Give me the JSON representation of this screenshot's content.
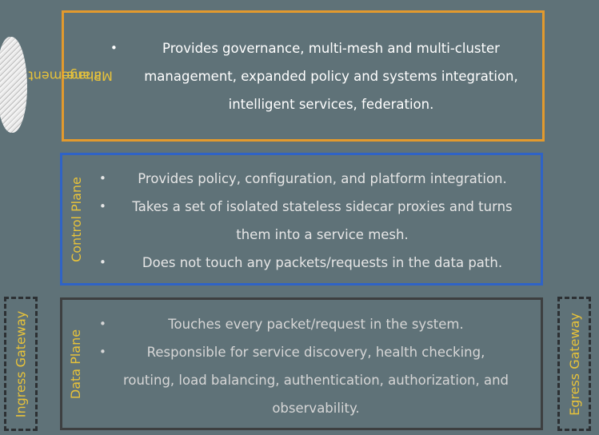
{
  "planes": {
    "management": {
      "label": "Management Plane",
      "label_line1": "Management",
      "label_line2": "Plane",
      "border_color": "#e39a2d",
      "bullets": [
        {
          "lines": [
            "Provides governance, multi-mesh and multi-cluster",
            "management, expanded policy and systems integration,",
            "intelligent services, federation."
          ]
        }
      ]
    },
    "control": {
      "label": "Control Plane",
      "border_color": "#2f63c6",
      "bullets": [
        {
          "lines": [
            "Provides policy, configuration, and platform integration."
          ]
        },
        {
          "lines": [
            "Takes a set of isolated stateless sidecar proxies and turns",
            "them into a service mesh."
          ]
        },
        {
          "lines": [
            "Does not touch any packets/requests in the data path."
          ]
        }
      ]
    },
    "data": {
      "label": "Data Plane",
      "border_color": "#3d3f40",
      "bullets": [
        {
          "lines": [
            "Touches every packet/request in the system."
          ]
        },
        {
          "lines": [
            "Responsible for service discovery, health checking,",
            "routing, load balancing, authentication, authorization, and",
            "observability."
          ]
        }
      ]
    }
  },
  "gateways": {
    "ingress": {
      "label": "Ingress Gateway"
    },
    "egress": {
      "label": "Egress Gateway"
    }
  },
  "colors": {
    "background": "#5f7278",
    "label_text": "#e8c33a",
    "body_text": "#e6e6e6",
    "gateway_border": "#2c3033"
  }
}
